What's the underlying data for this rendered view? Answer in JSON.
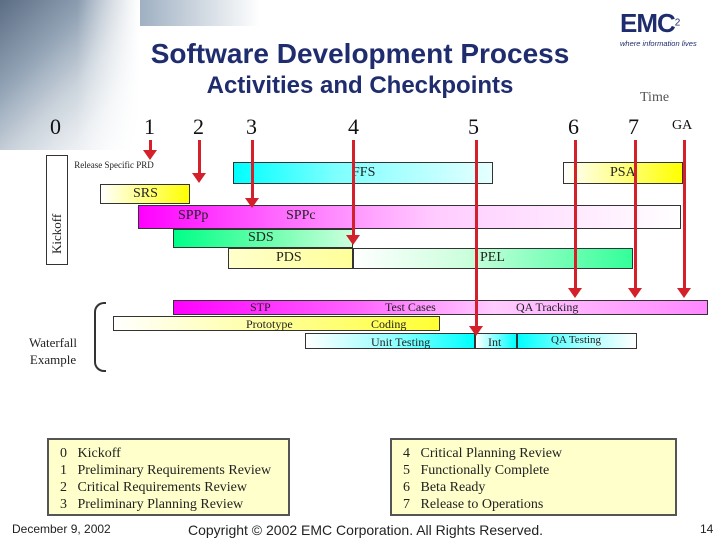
{
  "title": "Software Development Process",
  "subtitle": "Activities and Checkpoints",
  "logo": {
    "text": "EMC",
    "superscript": "2",
    "tagline": "where information lives"
  },
  "time_label": "Time",
  "checkpoints": [
    "0",
    "1",
    "2",
    "3",
    "4",
    "5",
    "6",
    "7",
    "GA"
  ],
  "kickoff_label": "Kickoff",
  "bars": {
    "release_prd": "Release Specific PRD",
    "frs": "FFS",
    "psa": "PSA",
    "srs": "SRS",
    "sppp": "SPPp",
    "sppc": "SPPc",
    "sds": "SDS",
    "pds": "PDS",
    "pel": "PEL",
    "stp": "STP",
    "prototype": "Prototype",
    "test_cases": "Test Cases",
    "qa_tracking": "QA Tracking",
    "coding": "Coding",
    "unit_testing": "Unit Testing",
    "int": "Int",
    "qa_testing": "QA Testing"
  },
  "waterfall_label": "Waterfall Example",
  "legend_left": [
    {
      "num": "0",
      "text": "Kickoff"
    },
    {
      "num": "1",
      "text": "Preliminary Requirements Review"
    },
    {
      "num": "2",
      "text": "Critical Requirements Review"
    },
    {
      "num": "3",
      "text": "Preliminary Planning Review"
    }
  ],
  "legend_right": [
    {
      "num": "4",
      "text": "Critical Planning Review"
    },
    {
      "num": "5",
      "text": "Functionally Complete"
    },
    {
      "num": "6",
      "text": "Beta Ready"
    },
    {
      "num": "7",
      "text": "Release to Operations"
    }
  ],
  "footer": {
    "date": "December 9, 2002",
    "copyright": "Copyright © 2002 EMC Corporation. All Rights Reserved.",
    "page": "14"
  },
  "colors": {
    "title": "#1f2d6e",
    "arrow": "#d4202a",
    "cyan": "#00ffff",
    "magenta": "#ff00ff",
    "green": "#00ff88",
    "yellow": "#ffffcc"
  }
}
